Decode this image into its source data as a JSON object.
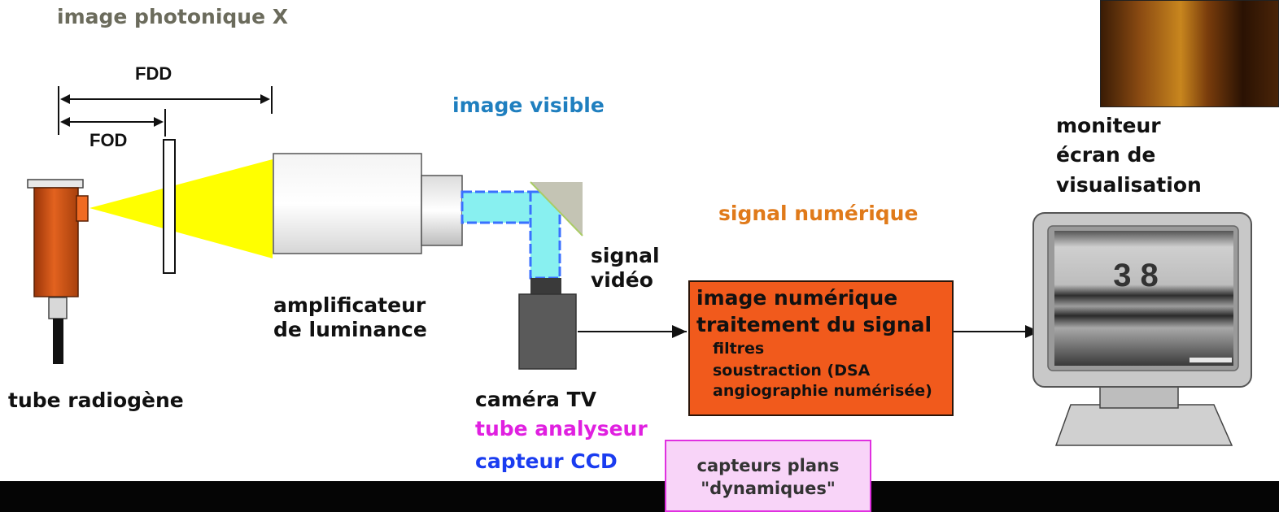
{
  "labels": {
    "image_photonique": "image photonique X",
    "fdd": "FDD",
    "fod": "FOD",
    "image_visible": "image visible",
    "moniteur_lines": [
      "moniteur",
      "écran de",
      "visualisation"
    ],
    "signal_numerique": "signal numérique",
    "signal_video_lines": [
      "signal",
      "vidéo"
    ],
    "amplificateur_lines": [
      "amplificateur",
      "de luminance"
    ],
    "tube_radiogene": "tube radiogène",
    "camera_tv": "caméra TV",
    "tube_analyseur": "tube analyseur",
    "capteur_ccd": "capteur CCD"
  },
  "processing_box": {
    "line1": "image numérique",
    "line2": "traitement du signal",
    "items": [
      "filtres",
      "soustraction (DSA",
      "angiographie numérisée)"
    ]
  },
  "flat_panel_box": {
    "line1": "capteurs plans",
    "line2": "\"dynamiques\""
  },
  "monitor_screen_text": "3 8",
  "colors": {
    "grey_label": "#6b6b5c",
    "blue_label": "#1f7fbf",
    "orange_label": "#e07a1a",
    "magenta_label": "#e020e0",
    "blue_ccd": "#1a3cf0",
    "tube_orange": "#d9541a",
    "beam_yellow": "#ffff00",
    "light_guide": "#88f0f0",
    "box_orange": "#f15a1c",
    "flat_box_fill": "#f8d4f8"
  }
}
